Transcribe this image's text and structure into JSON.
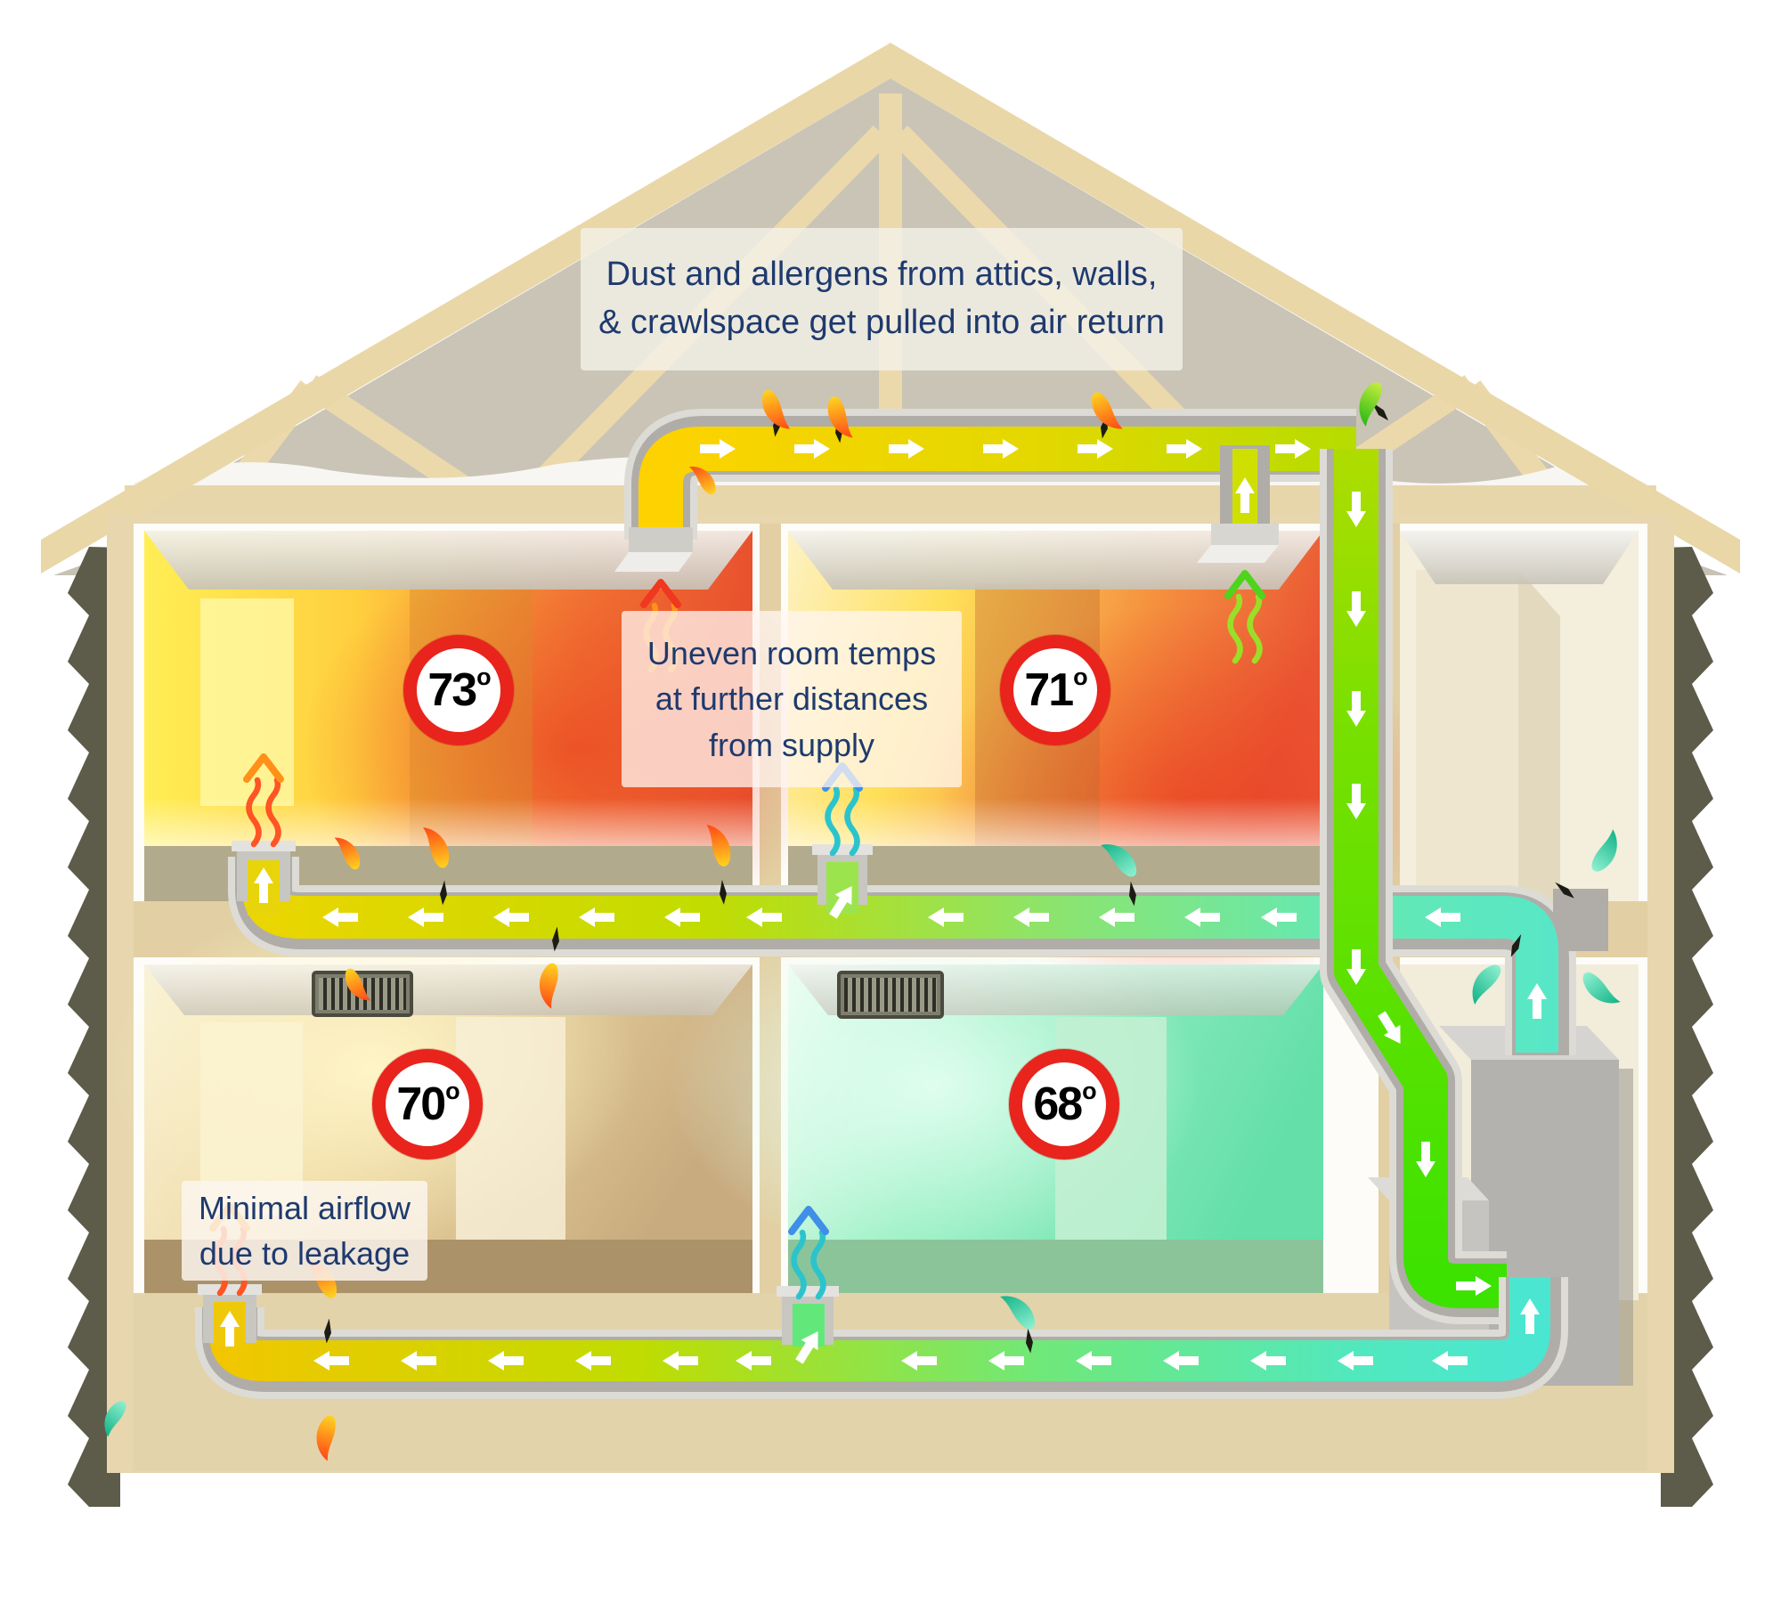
{
  "notes": {
    "attic": "Dust and allergens from attics, walls, & crawlspace get pulled into air return",
    "uneven": "Uneven room temps at further distances from supply",
    "leakage": "Minimal airflow due to leakage"
  },
  "degree_symbol": "o",
  "rooms": [
    {
      "id": "upper-left",
      "temp": "73"
    },
    {
      "id": "upper-right",
      "temp": "71"
    },
    {
      "id": "lower-left",
      "temp": "70"
    },
    {
      "id": "lower-right",
      "temp": "68"
    }
  ],
  "colors": {
    "note_text": "#1e3a6e",
    "badge_ring": "#e8241d",
    "duct_return_warm": "#ffd200",
    "duct_return_green": "#55e000",
    "duct_supply_teal": "#56e8c4",
    "duct_supply_yellow": "#ecd500",
    "duct_casing": "#b0ada8",
    "leak_orange": "#ff8c1e",
    "leak_blue": "#3f8fe8",
    "leak_teal": "#2ed8a8",
    "wood_frame": "#ecd9ab",
    "attic_fill": "#c9c4b6",
    "wall_tan": "#e7d6ae",
    "room_hot": "#e84f30",
    "room_cool": "#66e0ac"
  }
}
